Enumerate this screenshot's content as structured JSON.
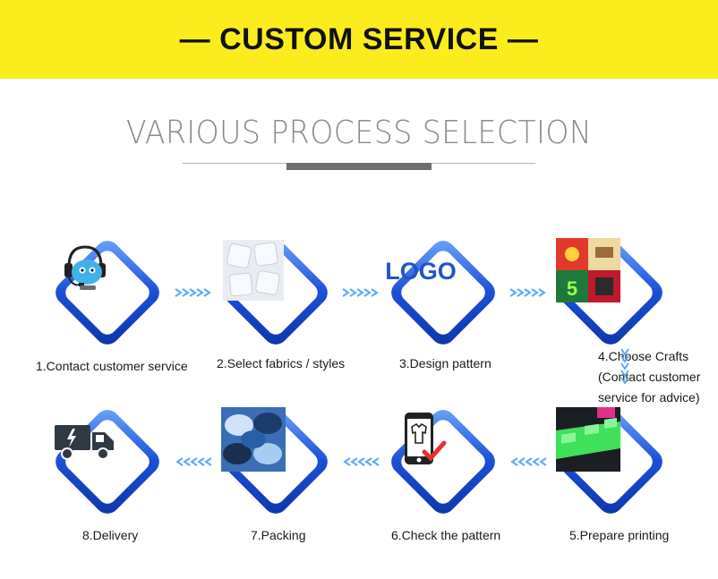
{
  "header": {
    "banner_title": "— CUSTOM SERVICE —"
  },
  "section": {
    "title": "VARIOUS PROCESS SELECTION"
  },
  "steps": [
    {
      "label": "1.Contact customer service",
      "icon": "headset-robot-icon"
    },
    {
      "label": "2.Select fabrics / styles",
      "icon": "fabric-swatch-icon"
    },
    {
      "label": "3.Design pattern",
      "icon": "logo-text-icon",
      "logo_text": "LOGO"
    },
    {
      "label_lines": [
        "4.Choose Crafts",
        "(Contact customer",
        "service for advice)"
      ],
      "icon": "crafts-collage-icon"
    },
    {
      "label": "5.Prepare printing",
      "icon": "print-table-icon"
    },
    {
      "label": "6.Check the pattern",
      "icon": "phone-check-icon"
    },
    {
      "label": "7.Packing",
      "icon": "packed-garments-icon"
    },
    {
      "label": "8.Delivery",
      "icon": "delivery-truck-icon"
    }
  ],
  "colors": {
    "banner": "#fbed1d",
    "diamond_blue": "#1a4fd6",
    "diamond_light": "#6fa8ff",
    "connector": "#5aa8ff",
    "truck_body": "#303a45",
    "check_red": "#e53030"
  }
}
